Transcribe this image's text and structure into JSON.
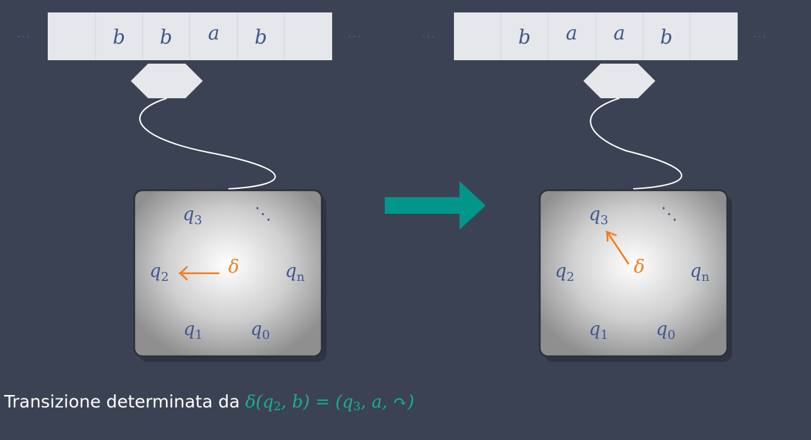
{
  "left_machine": {
    "tape": {
      "ellipsis_left": "…",
      "ellipsis_right": "…",
      "cells": [
        "",
        "b",
        "b",
        "a",
        "b",
        ""
      ]
    },
    "states": [
      {
        "name": "q",
        "sub": "3"
      },
      {
        "name": "q",
        "sub": "2"
      },
      {
        "name": "q",
        "sub": "1"
      },
      {
        "name": "q",
        "sub": "0"
      },
      {
        "name": "q",
        "sub": "n"
      }
    ],
    "dots": "⋱",
    "delta": "δ"
  },
  "right_machine": {
    "tape": {
      "ellipsis_left": "…",
      "ellipsis_right": "…",
      "cells": [
        "",
        "b",
        "a",
        "a",
        "b",
        ""
      ]
    },
    "states": [
      {
        "name": "q",
        "sub": "3"
      },
      {
        "name": "q",
        "sub": "2"
      },
      {
        "name": "q",
        "sub": "1"
      },
      {
        "name": "q",
        "sub": "0"
      },
      {
        "name": "q",
        "sub": "n"
      }
    ],
    "dots": "⋱",
    "delta": "δ"
  },
  "caption": {
    "text": "Transizione determinata da ",
    "formula": {
      "f": "δ(",
      "q_a": "q",
      "q_a_sub": "2",
      "mid1": ", b) = (",
      "q_b": "q",
      "q_b_sub": "3",
      "mid2": ", a, ↷)"
    }
  },
  "colors": {
    "background": "#3b4253",
    "tape_cell": "#e6e7ea",
    "symbol": "#3f568e",
    "delta": "#f47b19",
    "arrow": "#00968a",
    "formula": "#1aae96"
  }
}
